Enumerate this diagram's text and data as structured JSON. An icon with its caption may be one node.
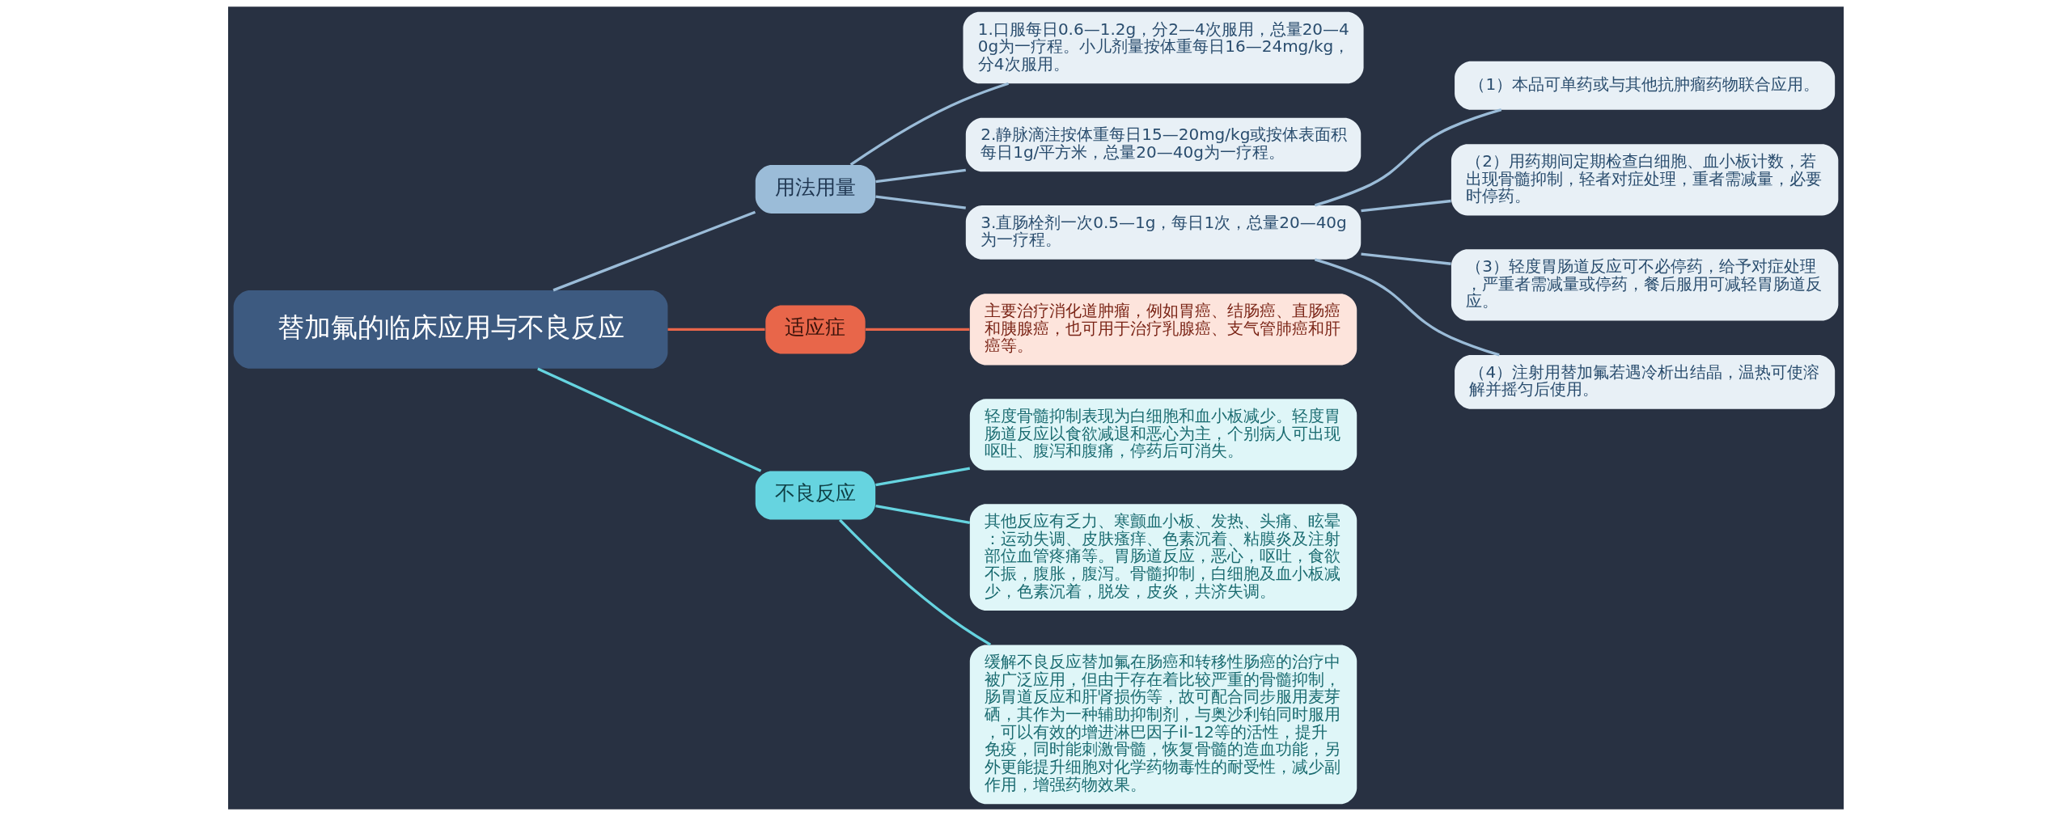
{
  "diagram": {
    "nodes": [
      {
        "text": [
          "替加氟的临床应用与不良反应"
        ]
      },
      {
        "text": [
          "用法用量"
        ]
      },
      {
        "text": [
          "1.口服每日0.6—1.2g，分2—4次服用，总量20—40g为一疗程。小儿剂量按体重每日16—24mg/kg，分4次服用。"
        ]
      },
      {
        "text": [
          "2.静脉滴注按体重每日15—20mg/kg或按体表面积每日1g/平方米，总量20—40g为一疗程。"
        ]
      },
      {
        "text": [
          "3.直肠栓剂一次0.5—1g，每日1次，总量20—40g为一疗程。"
        ]
      },
      {
        "text": [
          "（1）本品可单药或与其他抗肿瘤药物联合应用。"
        ]
      },
      {
        "text": [
          "（2）用药期间定期检查白细胞、血小板计数，若出现骨髓抑制，轻者对症处理，重者需减量，必要时停药。"
        ]
      },
      {
        "text": [
          "（3）轻度胃肠道反应可不必停药，给予对症处理，严重者需减量或停药，餐后服用可减轻胃肠道反应。"
        ]
      },
      {
        "text": [
          "（4）注射用替加氟若遇冷析出结晶，温热可使溶解并摇匀后使用。"
        ]
      },
      {
        "text": [
          "适应症"
        ]
      },
      {
        "text": [
          "主要治疗消化道肿瘤，例如胃癌、结肠癌、直肠癌和胰腺癌，也可用于治疗乳腺癌、支气管肺癌和肝癌等。"
        ]
      },
      {
        "text": [
          "不良反应"
        ]
      },
      {
        "text": [
          "轻度骨髓抑制表现为白细胞和血小板减少。轻度胃肠道反应以食欲减退和恶心为主，个别病人可出现呕吐、腹泻和腹痛，停药后可消失。"
        ]
      },
      {
        "text": [
          "其他反应有乏力、寒颤血小板、发热、头痛、眩晕：运动失调、皮肤瘙痒、色素沉着、粘膜炎及注射部位血管疼痛等。胃肠道反应，恶心，呕吐，食欲不振，腹胀，腹泻。骨髓抑制，白细胞及血小板减少，色素沉着，脱发，皮炎，共济失调。"
        ]
      },
      {
        "text": [
          "缓解不良反应替加氟在肠癌和转移性肠癌的治疗中被广泛应用，但由于存在着比较严重的骨髓抑制，肠胃道反应和肝肾损伤等，故可配合同步服用麦芽硒，其作为一种辅助抑制剂，与奥沙利铂同时服用，可以有效的增进淋巴因子il-12等的活性，提升免疫，同时能刺激骨髓，恢复骨髓的造血功能，另外更能提升细胞对化学药物毒性的耐受性，减少副作用，增强药物效果。"
        ]
      }
    ],
    "edges": [
      {
        "from": 0,
        "to": 9,
        "arrow": "none",
        "color": "#e8664a"
      },
      {
        "from": 9,
        "to": 10,
        "arrow": "none",
        "color": "#e8664a"
      },
      {
        "from": 0,
        "to": 11,
        "arrow": "none",
        "color": "#66d4e0"
      },
      {
        "from": 11,
        "to": 12,
        "arrow": "none",
        "color": "#66d4e0"
      },
      {
        "from": 11,
        "to": 13,
        "arrow": "none",
        "color": "#66d4e0"
      },
      {
        "from": 11,
        "to": 14,
        "arrow": "none",
        "color": "#66d4e0"
      },
      {
        "from": 0,
        "to": 1,
        "arrow": "none"
      },
      {
        "from": 1,
        "to": 2,
        "arrow": "none"
      },
      {
        "from": 1,
        "to": 3,
        "arrow": "none"
      },
      {
        "from": 1,
        "to": 4,
        "arrow": "none"
      },
      {
        "from": 4,
        "to": 5,
        "arrow": "none"
      },
      {
        "from": 4,
        "to": 6,
        "arrow": "none"
      },
      {
        "from": 4,
        "to": 7,
        "arrow": "none"
      },
      {
        "from": 4,
        "to": 8,
        "arrow": "none"
      }
    ]
  }
}
